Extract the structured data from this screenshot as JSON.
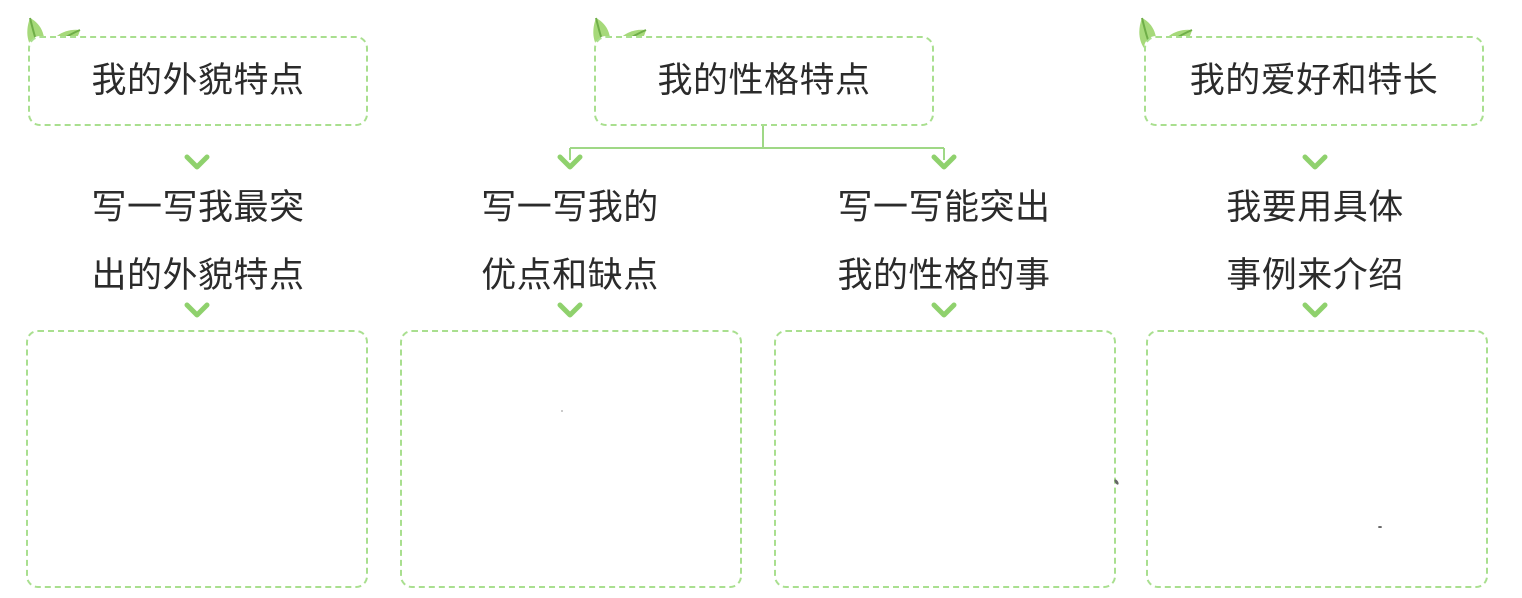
{
  "colors": {
    "box_border": "#a9df8f",
    "chevron": "#8fd16d",
    "connector_line": "#9fd886",
    "leaf_fill": "#a6d97a",
    "leaf_dark": "#6fae48",
    "text": "#2b2b2b"
  },
  "columns": [
    {
      "heading": "我的外貌特点",
      "prompt_line1": "写一写我最突",
      "prompt_line2": "出的外貌特点"
    },
    {
      "heading": "我的性格特点",
      "branches": [
        {
          "prompt_line1": "写一写我的",
          "prompt_line2": "优点和缺点"
        },
        {
          "prompt_line1": "写一写能突出",
          "prompt_line2": "我的性格的事"
        }
      ]
    },
    {
      "heading": "我的爱好和特长",
      "prompt_line1": "我要用具体",
      "prompt_line2": "事例来介绍"
    }
  ],
  "icons": {
    "leaf": "leaf-icon",
    "chevron": "chevron-down-icon"
  }
}
